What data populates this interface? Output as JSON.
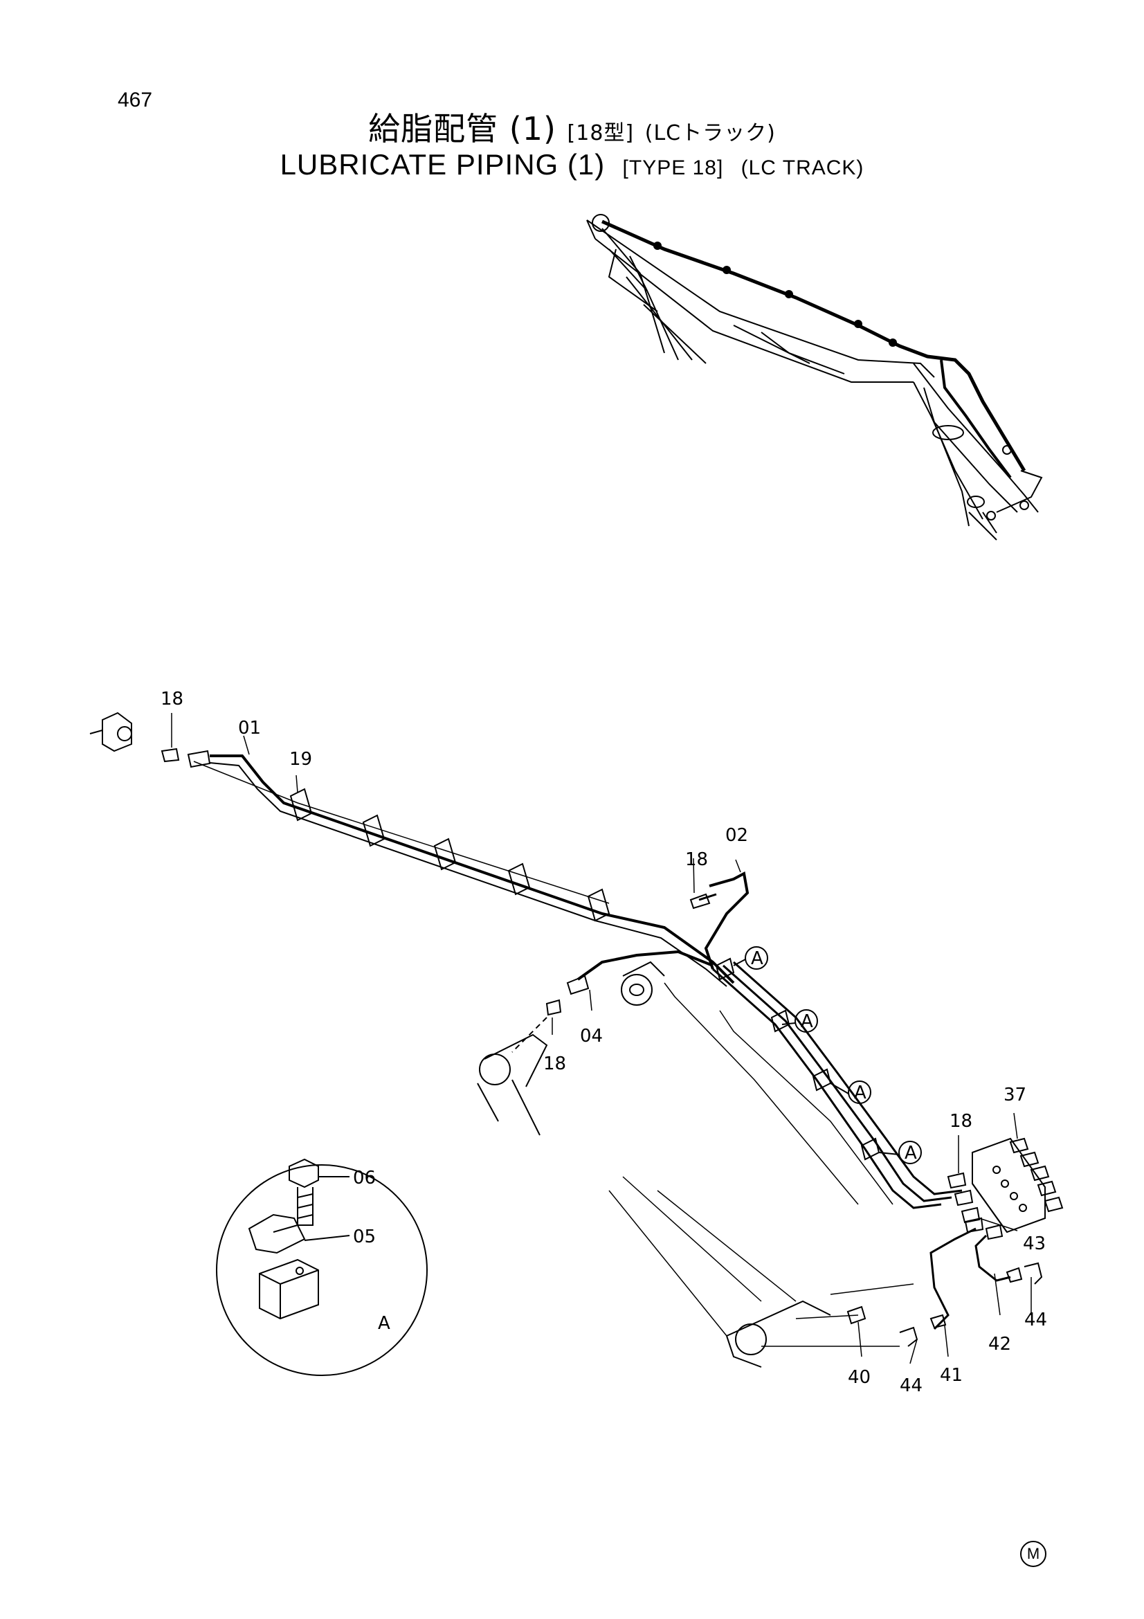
{
  "page_number": "467",
  "title_jp": {
    "main": "給脂配管 (1)",
    "type": "[18型]",
    "track": "(LCトラック)"
  },
  "title_en": {
    "main": "LUBRICATE PIPING (1)",
    "type": "[TYPE 18]",
    "track": "(LC TRACK)"
  },
  "part_labels": {
    "p18": "18",
    "p01": "01",
    "p19": "19",
    "p02": "02",
    "p04": "04",
    "p37": "37",
    "p43": "43",
    "p42": "42",
    "p44": "44",
    "p40": "40",
    "p41": "41",
    "p06": "06",
    "p05": "05"
  },
  "detail_label": "A",
  "manufacturer_mark": "M"
}
